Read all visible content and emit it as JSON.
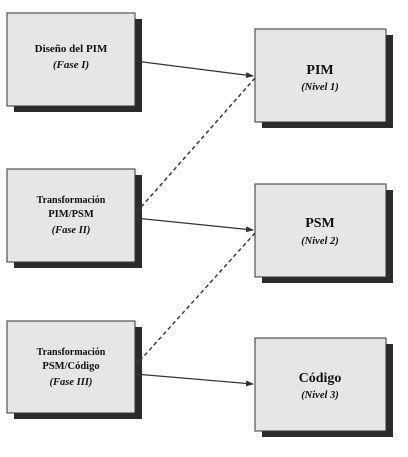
{
  "phases": [
    {
      "title_lines": [
        "Diseño del PIM"
      ],
      "subtitle": "(Fase I)"
    },
    {
      "title_lines": [
        "Transformación",
        "PIM/PSM"
      ],
      "subtitle": "(Fase II)"
    },
    {
      "title_lines": [
        "Transformación",
        "PSM/Código"
      ],
      "subtitle": "(Fase III)"
    }
  ],
  "levels": [
    {
      "title": "PIM",
      "subtitle": "(Nivel 1)"
    },
    {
      "title": "PSM",
      "subtitle": "(Nivel 2)"
    },
    {
      "title": "Código",
      "subtitle": "(Nivel 3)"
    }
  ],
  "colors": {
    "box_fill": "#e6e6e6",
    "box_border": "#333333",
    "shadow": "#2b2b2b",
    "arrow": "#333333"
  }
}
